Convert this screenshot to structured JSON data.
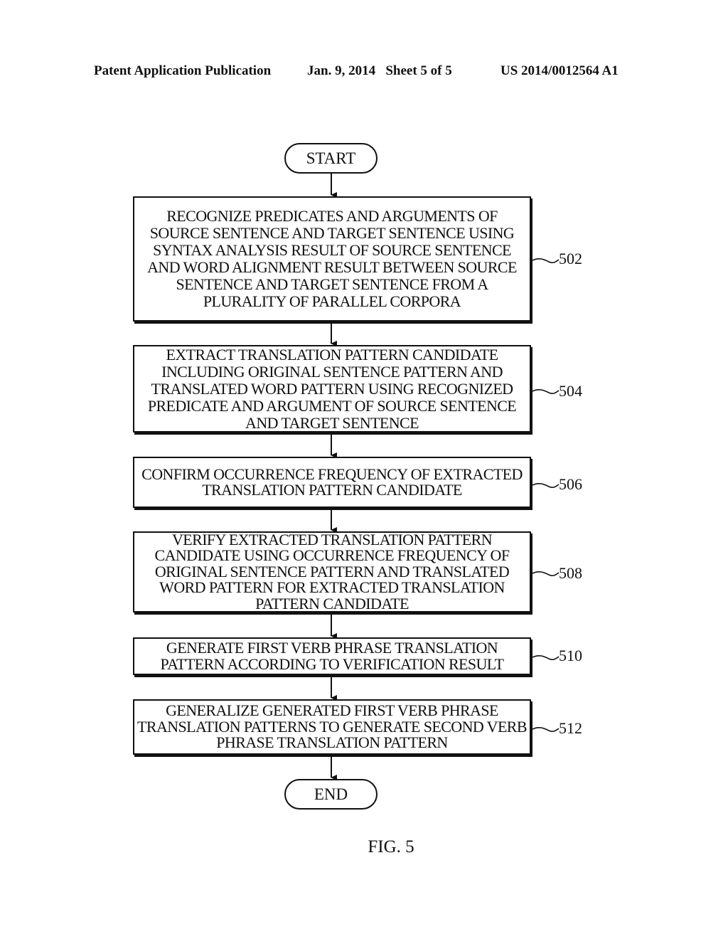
{
  "header": {
    "publication": "Patent Application Publication",
    "date_sheet": "Jan. 9, 2014   Sheet 5 of 5",
    "number": "US 2014/0012564 A1"
  },
  "flowchart": {
    "start_label": "START",
    "end_label": "END",
    "steps": [
      {
        "ref": "502",
        "text": "RECOGNIZE PREDICATES AND ARGUMENTS OF SOURCE SENTENCE AND TARGET SENTENCE USING SYNTAX ANALYSIS RESULT OF SOURCE SENTENCE AND WORD ALIGNMENT RESULT BETWEEN SOURCE SENTENCE AND TARGET SENTENCE FROM A PLURALITY OF PARALLEL CORPORA"
      },
      {
        "ref": "504",
        "text": "EXTRACT TRANSLATION PATTERN CANDIDATE INCLUDING ORIGINAL SENTENCE PATTERN AND TRANSLATED WORD PATTERN USING RECOGNIZED PREDICATE AND ARGUMENT OF SOURCE SENTENCE AND TARGET SENTENCE"
      },
      {
        "ref": "506",
        "text": "CONFIRM OCCURRENCE FREQUENCY OF EXTRACTED TRANSLATION PATTERN CANDIDATE"
      },
      {
        "ref": "508",
        "text": "VERIFY EXTRACTED TRANSLATION PATTERN CANDIDATE USING OCCURRENCE FREQUENCY OF ORIGINAL SENTENCE PATTERN AND TRANSLATED WORD PATTERN FOR EXTRACTED TRANSLATION PATTERN CANDIDATE"
      },
      {
        "ref": "510",
        "text": "GENERATE FIRST VERB PHRASE TRANSLATION PATTERN ACCORDING TO VERIFICATION RESULT"
      },
      {
        "ref": "512",
        "text": "GENERALIZE GENERATED FIRST VERB PHRASE TRANSLATION PATTERNS TO GENERATE SECOND VERB PHRASE TRANSLATION PATTERN"
      }
    ]
  },
  "figure_label": "FIG. 5"
}
